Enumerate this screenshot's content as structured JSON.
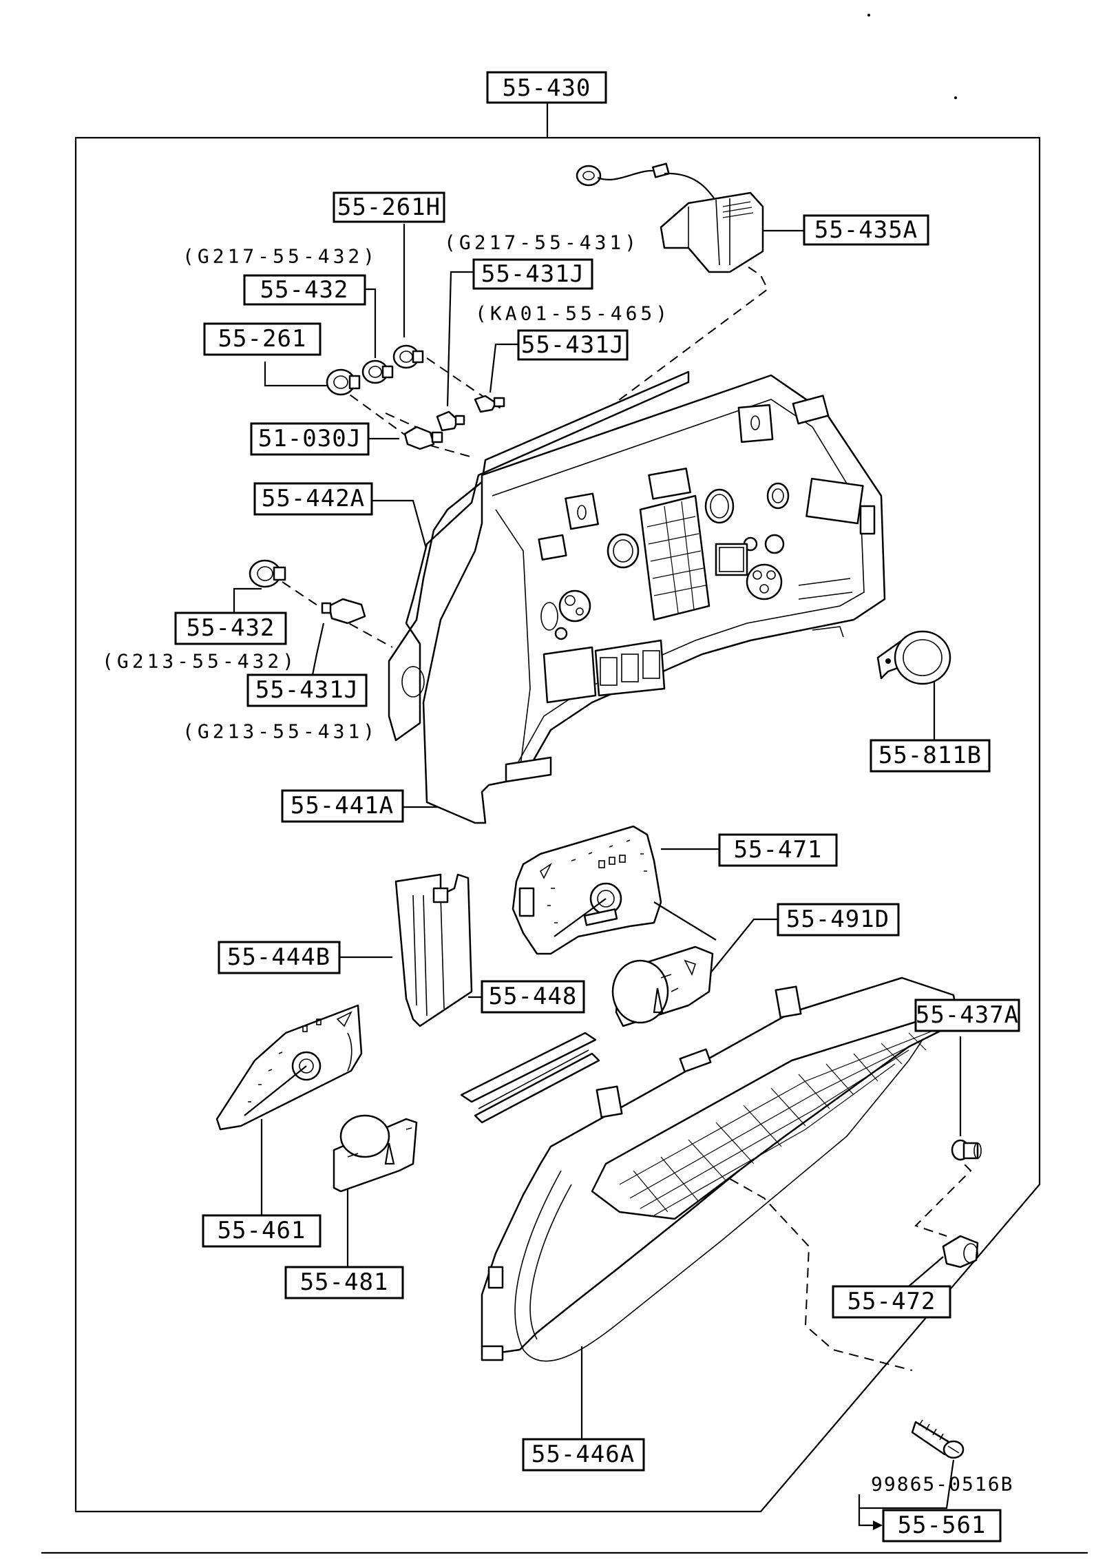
{
  "diagram": {
    "labels": {
      "main": "55-430",
      "l_261h": "55-261H",
      "l_435a": "55-435A",
      "l_432_top": "55-432",
      "l_431j_a": "55-431J",
      "l_431j_b": "55-431J",
      "l_261": "55-261",
      "l_030j": "51-030J",
      "l_442a": "55-442A",
      "l_432_mid": "55-432",
      "l_431j_c": "55-431J",
      "l_811b": "55-811B",
      "l_441a": "55-441A",
      "l_471": "55-471",
      "l_491d": "55-491D",
      "l_444b": "55-444B",
      "l_448": "55-448",
      "l_437a": "55-437A",
      "l_461": "55-461",
      "l_481": "55-481",
      "l_472": "55-472",
      "l_446a": "55-446A",
      "l_561": "55-561"
    },
    "alternates": {
      "g217_432": "(G217-55-432)",
      "g217_431": "(G217-55-431)",
      "ka01_465": "(KA01-55-465)",
      "g213_432": "(G213-55-432)",
      "g213_431": "(G213-55-431)"
    },
    "screw_number": "99865-0516B"
  }
}
